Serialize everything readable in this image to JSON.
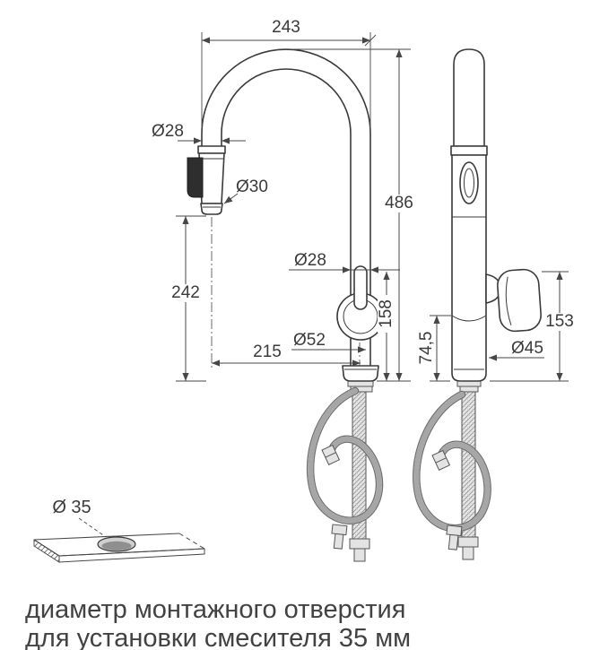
{
  "front_view": {
    "top_width": "243",
    "spout_tube_diameter": "Ø28",
    "spray_head_diameter": "Ø30",
    "total_height": "486",
    "spout_height": "242",
    "body_diameter": "Ø28",
    "body_height": "158",
    "spout_reach": "215",
    "base_diameter": "Ø52"
  },
  "side_view": {
    "height_with_handle": "153",
    "base_height": "74,5",
    "base_diameter": "Ø45"
  },
  "mounting_detail": {
    "hole_diameter": "Ø 35"
  },
  "caption": {
    "line1": "диаметр монтажного отверстия",
    "line2": "для установки смесителя 35 мм"
  },
  "colors": {
    "line": "#3a3a3a",
    "text": "#424242"
  }
}
